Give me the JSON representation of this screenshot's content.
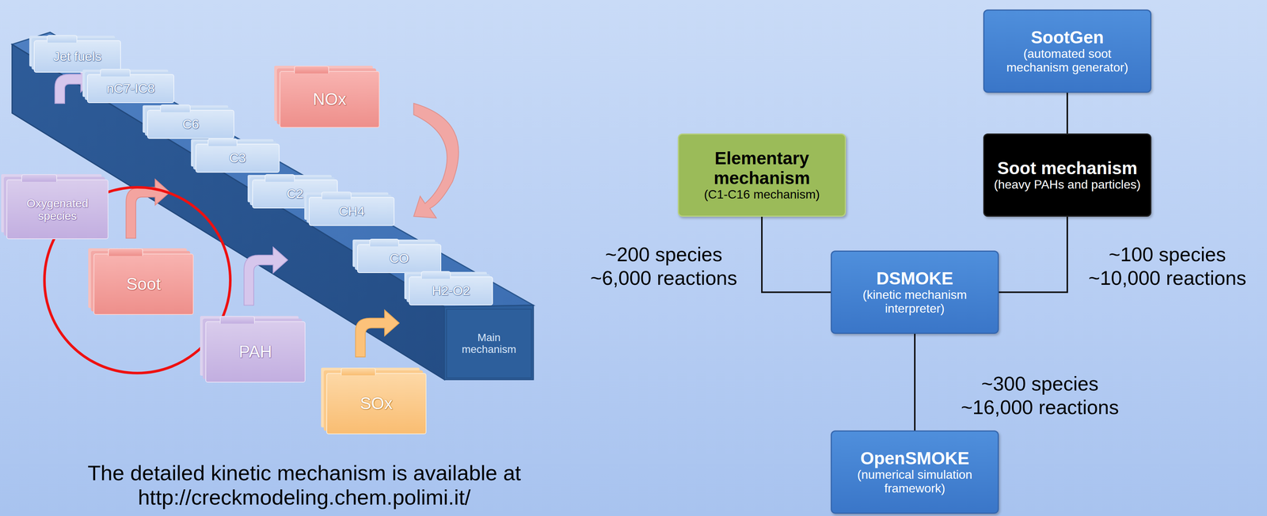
{
  "diagram": {
    "caption": "The detailed kinetic mechanism is available at http://creckmodeling.chem.polimi.it/",
    "nodes": [
      {
        "text": [
          "Jet fuels"
        ]
      },
      {
        "text": [
          "nC7-IC8"
        ]
      },
      {
        "text": [
          "C6"
        ]
      },
      {
        "text": [
          "C3"
        ]
      },
      {
        "text": [
          "C2"
        ]
      },
      {
        "text": [
          "CH4"
        ]
      },
      {
        "text": [
          "CO"
        ]
      },
      {
        "text": [
          "H2-O2"
        ]
      },
      {
        "text": [
          "Main mechanism"
        ]
      },
      {
        "text": [
          "NOx"
        ]
      },
      {
        "text": [
          "Oxygenated species"
        ]
      },
      {
        "text": [
          "Soot"
        ]
      },
      {
        "text": [
          "PAH"
        ]
      },
      {
        "text": [
          "SOx"
        ]
      },
      {
        "text": [
          "SootGen",
          "(automated soot mechanism generator)"
        ]
      },
      {
        "text": [
          "Elementary mechanism",
          "(C1-C16 mechanism)"
        ]
      },
      {
        "text": [
          "Soot mechanism",
          "(heavy PAHs and particles)"
        ]
      },
      {
        "text": [
          "DSMOKE",
          "(kinetic mechanism interpreter)"
        ]
      },
      {
        "text": [
          "OpenSMOKE",
          "(numerical simulation framework)"
        ]
      }
    ],
    "edges": [
      {
        "from": 14,
        "to": 16,
        "arrow": "none"
      },
      {
        "from": 15,
        "to": 17,
        "label": "~200 species ~6,000 reactions",
        "arrow": "none"
      },
      {
        "from": 16,
        "to": 17,
        "label": "~100 species ~10,000 reactions",
        "arrow": "none"
      },
      {
        "from": 17,
        "to": 18,
        "label": "~300 species ~16,000 reactions",
        "arrow": "none"
      }
    ]
  }
}
